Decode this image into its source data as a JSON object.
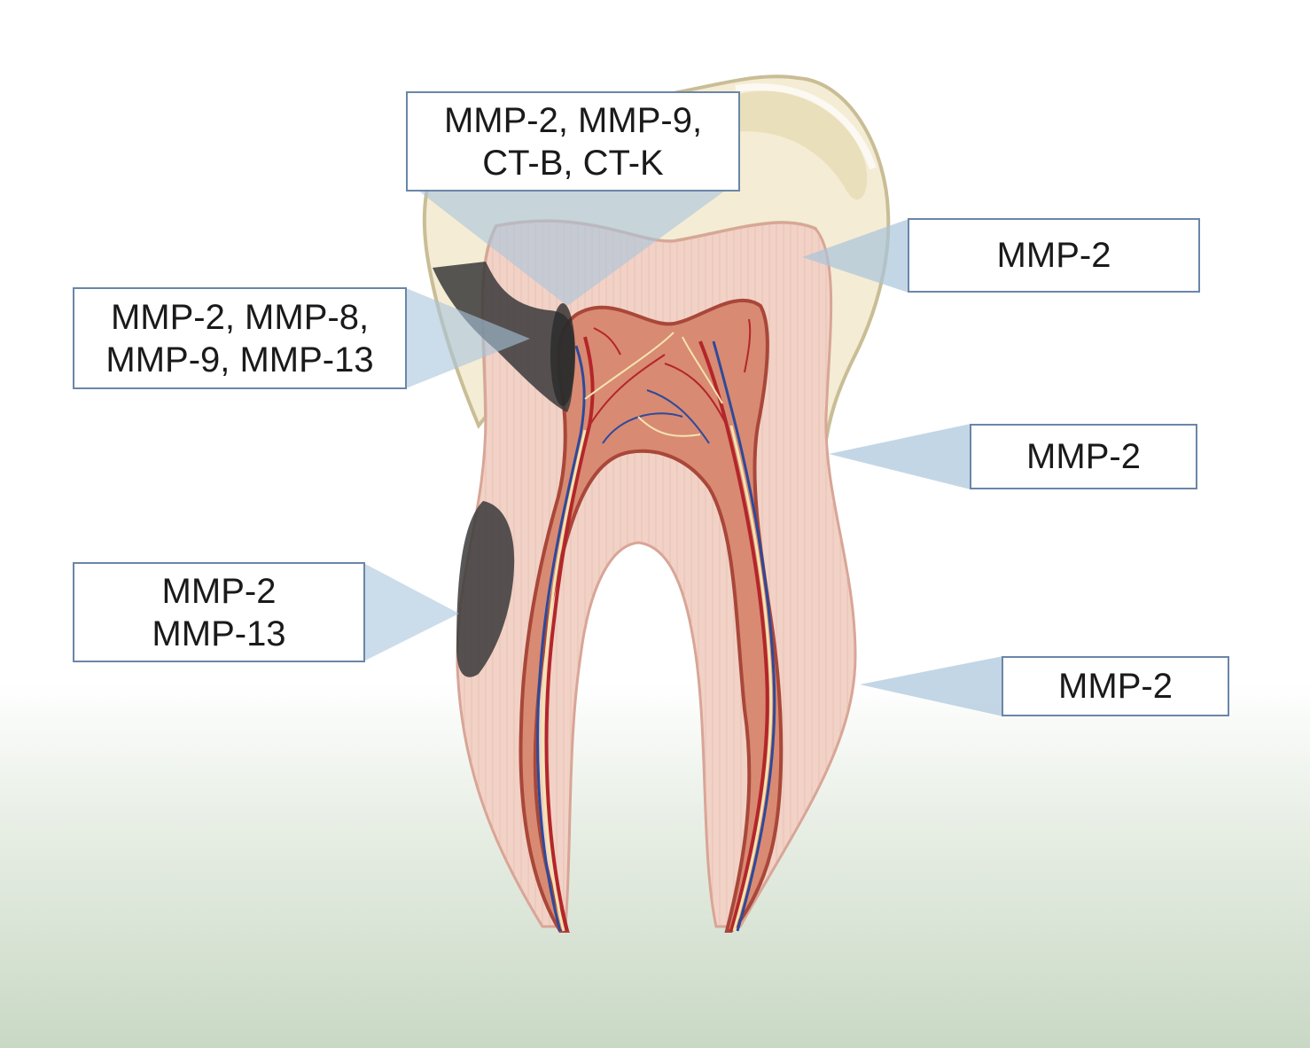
{
  "labels": {
    "enamel_lesion": {
      "line1": "MMP-2, MMP-9,",
      "line2": "CT-B, CT-K"
    },
    "dentin_crown": {
      "line1": "MMP-2"
    },
    "caries_lesion": {
      "line1": "MMP-2, MMP-8,",
      "line2": "MMP-9, MMP-13"
    },
    "dentin_mid": {
      "line1": "MMP-2"
    },
    "root_lesion": {
      "line1": "MMP-2",
      "line2": "MMP-13"
    },
    "root_dentin": {
      "line1": "MMP-2"
    }
  },
  "colors": {
    "enamel": "#f4ecd4",
    "enamel_outline": "#c9bd95",
    "dentin": "#f2d2c6",
    "dentin_outline": "#d8a596",
    "pulp": "#d98a72",
    "pulp_outline": "#a8473a",
    "artery": "#b3262a",
    "vein": "#2d4a9a",
    "nerve": "#f4e3b0",
    "lesion": "#3a3a3a",
    "callout": "#a9c4dc",
    "box_border": "#6a86a8"
  }
}
